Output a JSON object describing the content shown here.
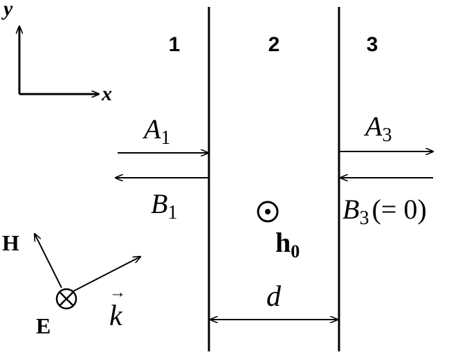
{
  "axes": {
    "y_label": "y",
    "x_label": "x"
  },
  "regions": [
    {
      "label": "1"
    },
    {
      "label": "2"
    },
    {
      "label": "3"
    }
  ],
  "waves": {
    "A1": {
      "base": "A",
      "sub": "1"
    },
    "B1": {
      "base": "B",
      "sub": "1"
    },
    "A3": {
      "base": "A",
      "sub": "3"
    },
    "B3": {
      "base": "B",
      "sub": "3",
      "note": "(= 0)"
    }
  },
  "field": {
    "base": "h",
    "sub": "0"
  },
  "thickness": {
    "label": "d"
  },
  "vectors": {
    "H": "H",
    "E": "E",
    "k": "k",
    "k_arrow": "→"
  },
  "colors": {
    "stroke": "#000000",
    "background": "#ffffff"
  }
}
